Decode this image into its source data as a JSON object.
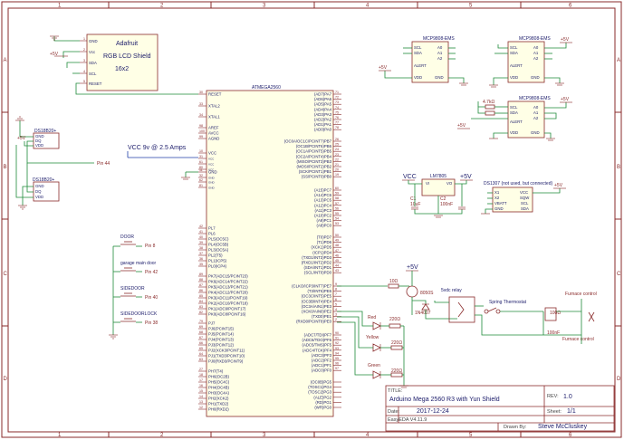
{
  "frame": {
    "cols": [
      "1",
      "2",
      "3",
      "4",
      "5",
      "6"
    ],
    "rows": [
      "A",
      "B",
      "C",
      "D"
    ]
  },
  "title_block": {
    "title_label": "TITLE:",
    "title": "Arduino Mega 2560 R3 with Yun Shield",
    "rev_label": "REV:",
    "rev": "1.0",
    "date_label": "Date:",
    "date": "2017-12-24",
    "sheet_label": "Sheet:",
    "sheet": "1/1",
    "tool": "EasyEDA V4.11.9",
    "drawn_label": "Drawn By:",
    "drawn_by": "Steve McCluskey"
  },
  "lcd": {
    "line1": "Adafruit",
    "line2": "RGB LCD Shield",
    "line3": "16x2",
    "pins": [
      {
        "num": "1",
        "name": "GND"
      },
      {
        "num": "2",
        "name": "Vcc"
      },
      {
        "num": "3",
        "name": "SDA"
      },
      {
        "num": "4",
        "name": "SCL"
      },
      {
        "num": "5",
        "name": "RESET"
      }
    ],
    "supply": "+5V"
  },
  "mcu": {
    "name": "ATMEGA2560",
    "supply_note": "VCC 9v @ 2.5 Amps",
    "pin44_label": "Pin 44",
    "left_pins": [
      {
        "num": "30",
        "name": "RESET"
      },
      {
        "num": "33",
        "name": "XTAL2"
      },
      {
        "num": "34",
        "name": "XTAL1"
      },
      {
        "num": "98",
        "name": "AREF"
      },
      {
        "num": "100",
        "name": "AVCC"
      },
      {
        "num": "99",
        "name": "AGND"
      },
      {
        "num": "10",
        "name": "VCC"
      },
      {
        "num": "31",
        "name": "VCC"
      },
      {
        "num": "61",
        "name": "VCC"
      },
      {
        "num": "80",
        "name": "VCC"
      },
      {
        "num": "11",
        "name": "GND"
      },
      {
        "num": "32",
        "name": "GND"
      },
      {
        "num": "62",
        "name": "GND"
      },
      {
        "num": "81",
        "name": "GND"
      },
      {
        "num": "42",
        "name": "PL7"
      },
      {
        "num": "41",
        "name": "PL6"
      },
      {
        "num": "40",
        "name": "PL5(OC5C)"
      },
      {
        "num": "39",
        "name": "PL4(OC5B)"
      },
      {
        "num": "38",
        "name": "PL3(OC5A)"
      },
      {
        "num": "37",
        "name": "PL2(T5)"
      },
      {
        "num": "36",
        "name": "PL1(ICP5)"
      },
      {
        "num": "35",
        "name": "PL0(ICP4)"
      },
      {
        "num": "89",
        "name": "PK7(ADC15/PCINT23)"
      },
      {
        "num": "88",
        "name": "PK6(ADC14/PCINT22)"
      },
      {
        "num": "87",
        "name": "PK5(ADC13/PCINT21)"
      },
      {
        "num": "86",
        "name": "PK4(ADC12/PCINT20)"
      },
      {
        "num": "85",
        "name": "PK3(ADC11/PCINT19)"
      },
      {
        "num": "84",
        "name": "PK2(ADC10/PCINT18)"
      },
      {
        "num": "83",
        "name": "PK1(ADC9/PCINT17)"
      },
      {
        "num": "82",
        "name": "PK0(ADC8/PCINT16)"
      },
      {
        "num": "79",
        "name": "PJ7"
      },
      {
        "num": "69",
        "name": "PJ6(PCINT15)"
      },
      {
        "num": "68",
        "name": "PJ5(PCINT14)"
      },
      {
        "num": "67",
        "name": "PJ4(PCINT13)"
      },
      {
        "num": "66",
        "name": "PJ3(PCINT12)"
      },
      {
        "num": "65",
        "name": "PJ2(XCK3/PCINT11)"
      },
      {
        "num": "64",
        "name": "PJ1(TXD3/PCINT10)"
      },
      {
        "num": "63",
        "name": "PJ0(RXD3/PCINT9)"
      },
      {
        "num": "27",
        "name": "PH7(T4)"
      },
      {
        "num": "18",
        "name": "PH6(OC2B)"
      },
      {
        "num": "17",
        "name": "PH5(OC4C)"
      },
      {
        "num": "16",
        "name": "PH4(OC4B)"
      },
      {
        "num": "15",
        "name": "PH3(OC4A)"
      },
      {
        "num": "14",
        "name": "PH2(XCK2)"
      },
      {
        "num": "13",
        "name": "PH1(TXD2)"
      },
      {
        "num": "12",
        "name": "PH0(RXD2)"
      }
    ],
    "right_pins": [
      {
        "num": "71",
        "name": "(AD7)PA7"
      },
      {
        "num": "72",
        "name": "(AD6)PA6"
      },
      {
        "num": "73",
        "name": "(AD5)PA5"
      },
      {
        "num": "74",
        "name": "(AD4)PA4"
      },
      {
        "num": "75",
        "name": "(AD3)PA3"
      },
      {
        "num": "76",
        "name": "(AD2)PA2"
      },
      {
        "num": "77",
        "name": "(AD1)PA1"
      },
      {
        "num": "78",
        "name": "(AD0)PA0"
      },
      {
        "num": "26",
        "name": "(OC0A/OC1C/PCINT7)PB7"
      },
      {
        "num": "25",
        "name": "(OC1B/PCINT6)PB6"
      },
      {
        "num": "24",
        "name": "(OC1A/PCINT5)PB5"
      },
      {
        "num": "23",
        "name": "(OC2A/PCINT4)PB4"
      },
      {
        "num": "22",
        "name": "(MISO/PCINT3)PB3"
      },
      {
        "num": "21",
        "name": "(MOSI/PCINT2)PB2"
      },
      {
        "num": "20",
        "name": "(SCK/PCINT1)PB1"
      },
      {
        "num": "19",
        "name": "(SS/PCINT0)PB0"
      },
      {
        "num": "60",
        "name": "(A15)PC7"
      },
      {
        "num": "59",
        "name": "(A14)PC6"
      },
      {
        "num": "58",
        "name": "(A13)PC5"
      },
      {
        "num": "57",
        "name": "(A12)PC4"
      },
      {
        "num": "56",
        "name": "(A11)PC3"
      },
      {
        "num": "55",
        "name": "(A10)PC2"
      },
      {
        "num": "54",
        "name": "(A9)PC1"
      },
      {
        "num": "53",
        "name": "(A8)PC0"
      },
      {
        "num": "50",
        "name": "(T0)PD7"
      },
      {
        "num": "49",
        "name": "(T1)PD6"
      },
      {
        "num": "48",
        "name": "(XCK1)PD5"
      },
      {
        "num": "47",
        "name": "(ICP1)PD4"
      },
      {
        "num": "46",
        "name": "(TXD1/INT3)PD3"
      },
      {
        "num": "45",
        "name": "(RXD1/INT2)PD2"
      },
      {
        "num": "44",
        "name": "(SDA/INT1)PD1"
      },
      {
        "num": "43",
        "name": "(SCL/INT0)PD0"
      },
      {
        "num": "9",
        "name": "(CLKO/ICP3/INT7)PE7"
      },
      {
        "num": "8",
        "name": "(T3/INT6)PE6"
      },
      {
        "num": "7",
        "name": "(OC3C/INT5)PE5"
      },
      {
        "num": "6",
        "name": "(OC3B/INT4)PE4"
      },
      {
        "num": "5",
        "name": "(OC3A/AIN1)PE3"
      },
      {
        "num": "4",
        "name": "(XCK0/AIN0)PE2"
      },
      {
        "num": "3",
        "name": "(TXD0)PE1"
      },
      {
        "num": "2",
        "name": "(RXD0/PCINT8)PE0"
      },
      {
        "num": "90",
        "name": "(ADC7/TDI)PF7"
      },
      {
        "num": "91",
        "name": "(ADC6/TDO)PF6"
      },
      {
        "num": "92",
        "name": "(ADC5/TMS)PF5"
      },
      {
        "num": "93",
        "name": "(ADC4/TCK)PF4"
      },
      {
        "num": "94",
        "name": "(ADC3)PF3"
      },
      {
        "num": "95",
        "name": "(ADC2)PF2"
      },
      {
        "num": "96",
        "name": "(ADC1)PF1"
      },
      {
        "num": "97",
        "name": "(ADC0)PF0"
      },
      {
        "num": "",
        "name": "(OC0B)PG5"
      },
      {
        "num": "",
        "name": "(TOSC1)PG4"
      },
      {
        "num": "",
        "name": "(TOSC2)PG3"
      },
      {
        "num": "",
        "name": "(ALE)PG2"
      },
      {
        "num": "",
        "name": "(RD)PG1"
      },
      {
        "num": "",
        "name": "(WR)PG0"
      }
    ]
  },
  "ds18b20": {
    "label": "DS18B20+",
    "pins": [
      "GND",
      "DQ",
      "VDD"
    ],
    "supply": "+5V"
  },
  "switches": [
    {
      "label": "DOOR",
      "pin": "Pin 8"
    },
    {
      "label": "garage main door",
      "pin": "Pin 42"
    },
    {
      "label": "SIDEDOOR",
      "pin": "Pin 40"
    },
    {
      "label": "SIDEDOORLOCK",
      "pin": "Pin 38"
    }
  ],
  "mcp9808": {
    "label": "MCP9808-EMS",
    "pins_left": [
      "SCL",
      "SDA",
      "ALERT",
      "VDD"
    ],
    "pins_right": [
      "A0",
      "A1",
      "A2",
      "GND"
    ],
    "supply": "+5V",
    "pullup": "4.7kΩ"
  },
  "regulator": {
    "label": "LM7805",
    "in": "VI",
    "out": "VO",
    "vcc": "VCC",
    "out_label": "+5V",
    "c1_name": "C1",
    "c1_val": "10uF",
    "c2_name": "C2",
    "c2_val": "100nF"
  },
  "rtc": {
    "label": "DS1307 (not used, but connected)",
    "pins_left": [
      "X1",
      "X2",
      "VBATT",
      "GND"
    ],
    "pins_right": [
      "VCC",
      "SQW",
      "SCL",
      "SDA"
    ],
    "supply": "+5V"
  },
  "relay_section": {
    "supply": "+5V",
    "resistor": "10Ω",
    "transistor": "8050S",
    "diode": "1N4007",
    "relay": "5vdc relay",
    "thermostat": "Spring Thermostat",
    "c1": "100Ω",
    "c2": "100nF",
    "furnace_top": "Furnace control",
    "furnace_bottom": "Furnace control"
  },
  "leds": [
    {
      "label": "Red",
      "res": "220Ω"
    },
    {
      "label": "Yellow",
      "res": "220Ω"
    },
    {
      "label": "Green",
      "res": "220Ω"
    }
  ]
}
